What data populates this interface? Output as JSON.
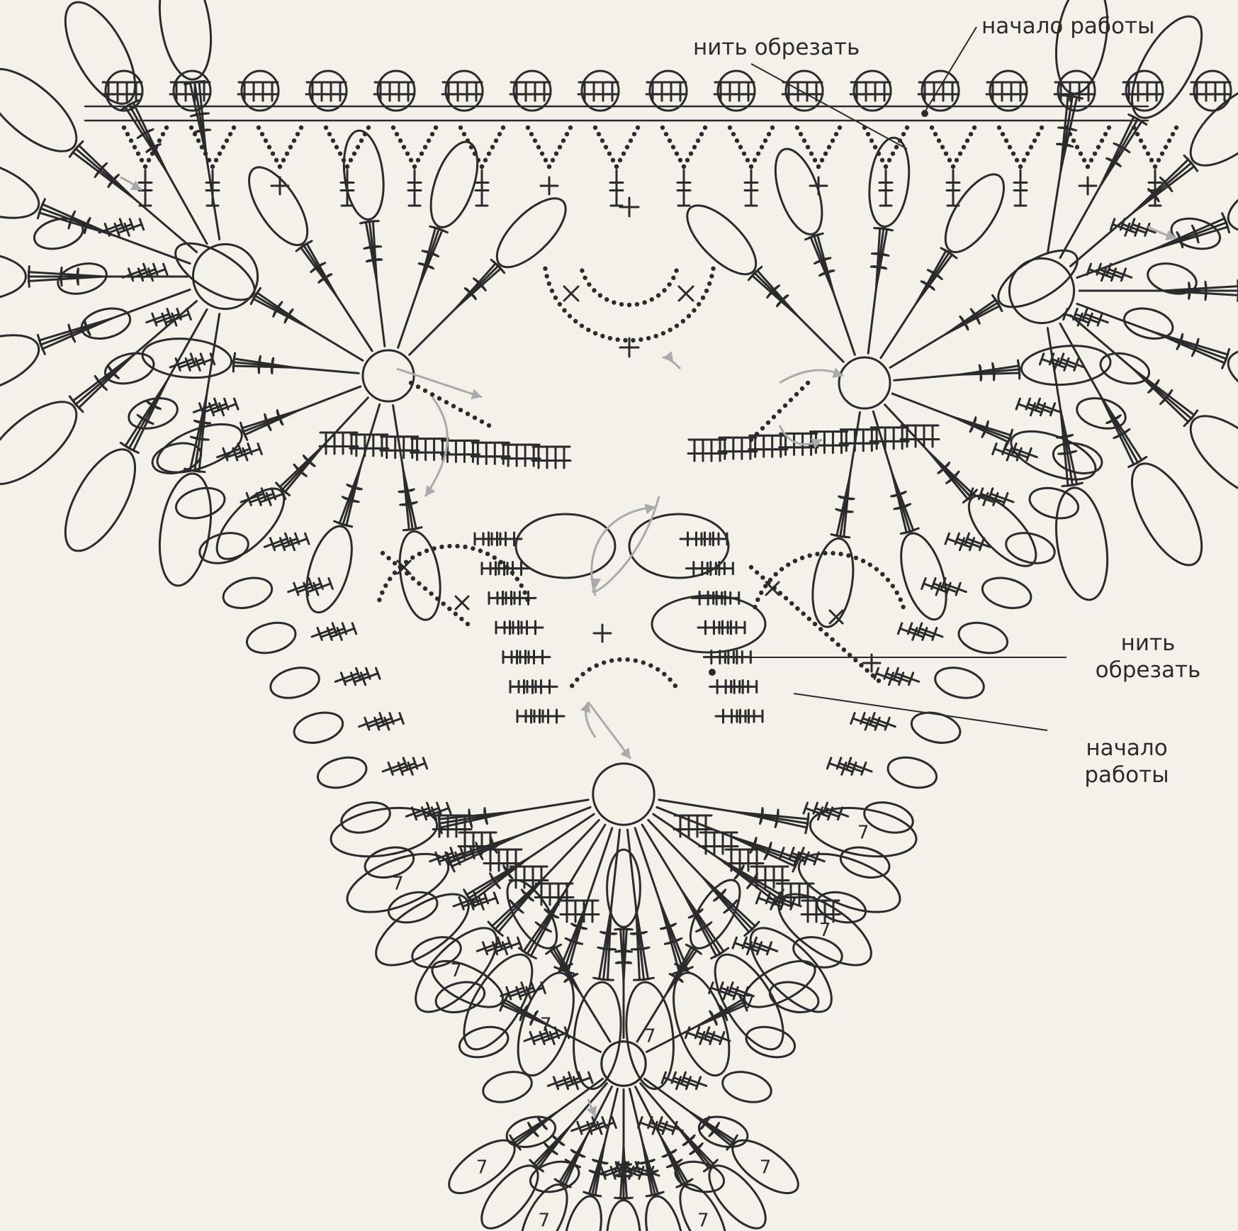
{
  "labels": {
    "start_top": "начало работы",
    "cut_top": "нить обрезать",
    "cut_right_1": "нить",
    "cut_right_2": "обрезать",
    "start_right_1": "начало",
    "start_right_2": "работы"
  },
  "colors": {
    "paper": "#f3f1ea",
    "ink": "#2b2b2b",
    "arrow": "#a9aaa9"
  }
}
